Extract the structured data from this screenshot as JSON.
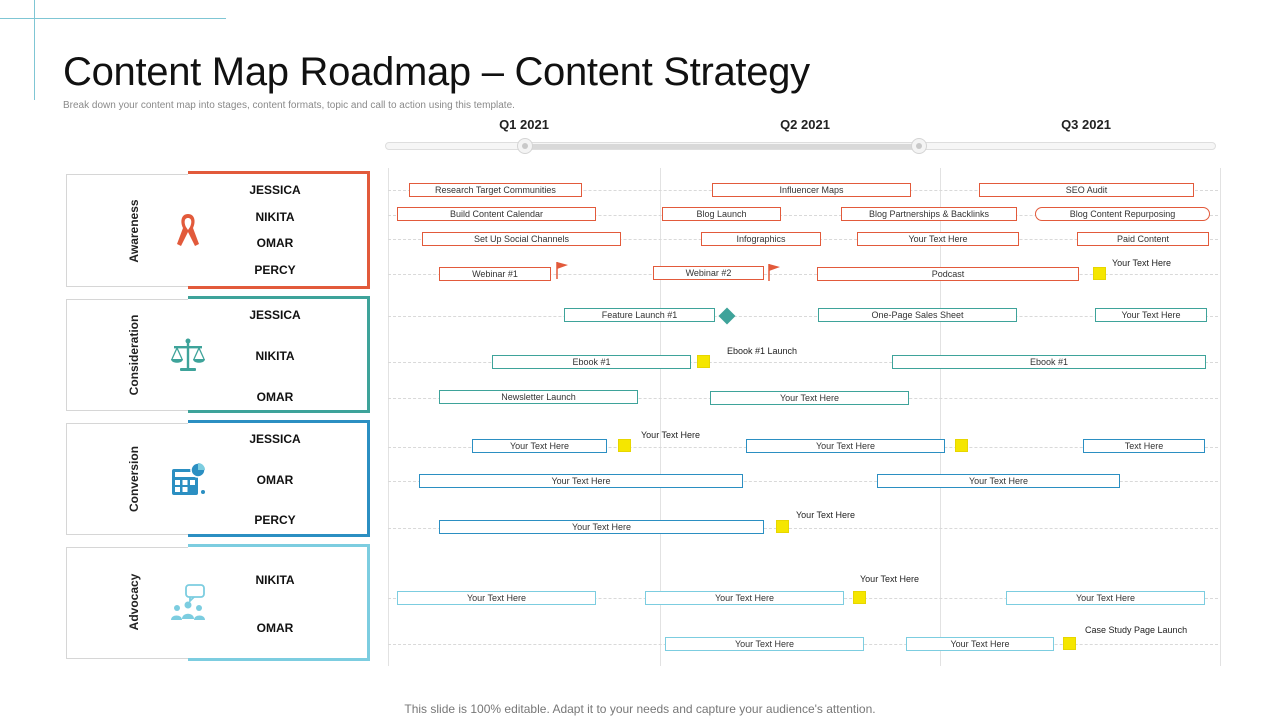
{
  "header": {
    "title": "Content Map Roadmap – Content Strategy",
    "subtitle": "Break down your content map into stages, content formats, topic and call to action using this template."
  },
  "footer": {
    "text": "This slide is 100% editable. Adapt it to your needs and capture your audience's attention."
  },
  "timeline": {
    "quarters": [
      "Q1 2021",
      "Q2 2021",
      "Q3 2021"
    ]
  },
  "colors": {
    "awareness": "#e25a3b",
    "consideration": "#3ea39a",
    "conversion": "#2b8fc2",
    "advocacy": "#7ccde0",
    "milestone": "#f5e600"
  },
  "stages": [
    {
      "name": "Awareness",
      "icon": "ribbon-icon",
      "people": [
        "JESSICA",
        "NIKITA",
        "OMAR",
        "PERCY"
      ],
      "bars": [
        "Research Target Communities",
        "Influencer Maps",
        "SEO Audit",
        "Build Content Calendar",
        "Blog Launch",
        "Blog Partnerships & Backlinks",
        "Blog Content Repurposing",
        "Set Up Social Channels",
        "Infographics",
        "Your Text Here",
        "Paid Content",
        "Webinar #1",
        "Webinar #2",
        "Podcast"
      ],
      "notes": [
        "Your Text Here"
      ]
    },
    {
      "name": "Consideration",
      "icon": "scales-icon",
      "people": [
        "JESSICA",
        "NIKITA",
        "OMAR"
      ],
      "bars": [
        "Feature Launch #1",
        "One-Page Sales Sheet",
        "Your Text Here",
        "Ebook #1",
        "Ebook #1",
        "Newsletter Launch",
        "Your Text Here"
      ],
      "notes": [
        "Ebook #1 Launch"
      ]
    },
    {
      "name": "Conversion",
      "icon": "calculator-icon",
      "people": [
        "JESSICA",
        "OMAR",
        "PERCY"
      ],
      "bars": [
        "Your Text Here",
        "Your Text Here",
        "Text Here",
        "Your Text Here",
        "Your Text Here",
        "Your Text Here"
      ],
      "notes": [
        "Your Text Here",
        "Your Text Here"
      ]
    },
    {
      "name": "Advocacy",
      "icon": "community-chat-icon",
      "people": [
        "NIKITA",
        "OMAR"
      ],
      "bars": [
        "Your Text Here",
        "Your Text Here",
        "Your Text Here",
        "Your Text Here",
        "Your Text Here"
      ],
      "notes": [
        "Your Text Here",
        "Case Study Page Launch"
      ]
    }
  ]
}
